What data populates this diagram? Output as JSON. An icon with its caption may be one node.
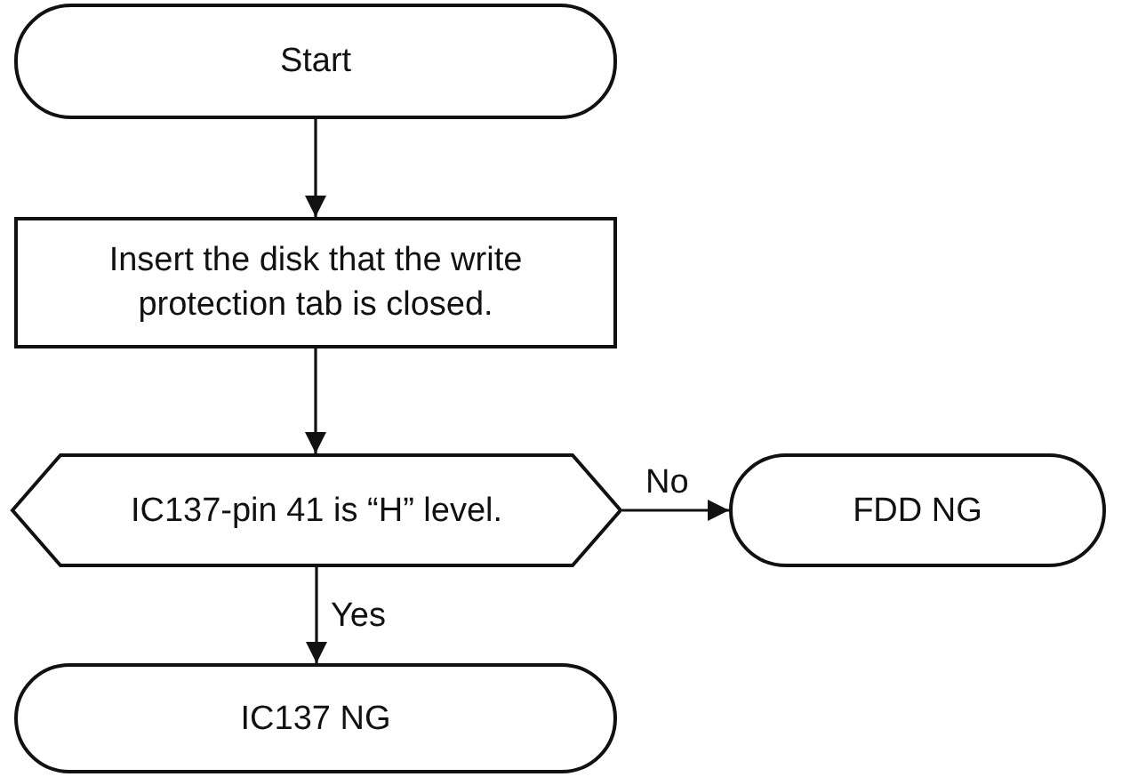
{
  "diagram": {
    "nodes": [
      {
        "text": [
          "Start"
        ]
      },
      {
        "text": [
          "Insert the disk that the write protection tab is closed."
        ]
      },
      {
        "text": [
          "IC137-pin 41 is “H” level."
        ]
      },
      {
        "text": [
          "FDD NG"
        ]
      },
      {
        "text": [
          "IC137 NG"
        ]
      }
    ],
    "edges": [
      {
        "from": 0,
        "to": 1,
        "arrow": "to"
      },
      {
        "from": 1,
        "to": 2,
        "arrow": "to"
      },
      {
        "from": 2,
        "to": 3,
        "arrow": "to",
        "label": "No"
      },
      {
        "from": 2,
        "to": 4,
        "arrow": "to",
        "label": "Yes"
      }
    ]
  }
}
